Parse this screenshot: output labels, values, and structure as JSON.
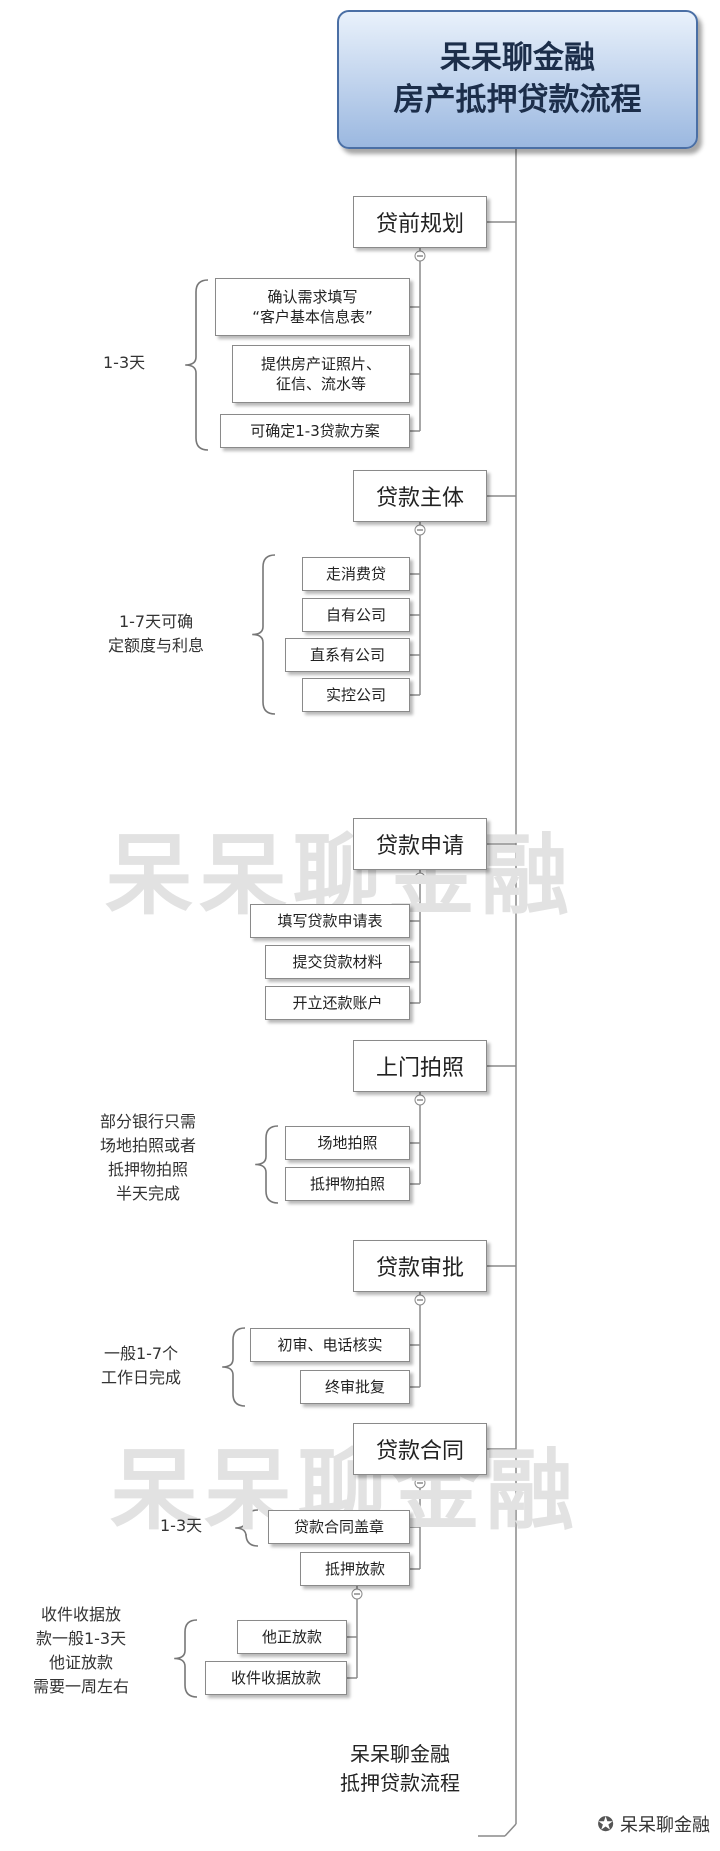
{
  "title": {
    "line1": "呆呆聊金融",
    "line2": "房产抵押贷款流程"
  },
  "steps": [
    {
      "label": "贷前规划",
      "note": [
        "1-3天"
      ],
      "subs": [
        [
          "确认需求填写",
          "“客户基本信息表”"
        ],
        [
          "提供房产证照片、",
          "征信、流水等"
        ],
        [
          "可确定1-3贷款方案"
        ]
      ]
    },
    {
      "label": "贷款主体",
      "note": [
        "1-7天可确",
        "定额度与利息"
      ],
      "subs": [
        [
          "走消费贷"
        ],
        [
          "自有公司"
        ],
        [
          "直系有公司"
        ],
        [
          "实控公司"
        ]
      ]
    },
    {
      "label": "贷款申请",
      "note": [],
      "subs": [
        [
          "填写贷款申请表"
        ],
        [
          "提交贷款材料"
        ],
        [
          "开立还款账户"
        ]
      ]
    },
    {
      "label": "上门拍照",
      "note": [
        "部分银行只需",
        "场地拍照或者",
        "抵押物拍照",
        "半天完成"
      ],
      "subs": [
        [
          "场地拍照"
        ],
        [
          "抵押物拍照"
        ]
      ]
    },
    {
      "label": "贷款审批",
      "note": [
        "一般1-7个",
        "工作日完成"
      ],
      "subs": [
        [
          "初审、电话核实"
        ],
        [
          "终审批复"
        ]
      ]
    },
    {
      "label": "贷款合同",
      "note": [
        "1-3天"
      ],
      "subs": [
        [
          "贷款合同盖章"
        ],
        [
          "抵押放款"
        ]
      ]
    }
  ],
  "release": {
    "note": [
      "收件收据放",
      "款一般1-3天",
      "他证放款",
      "需要一周左右"
    ],
    "subs": [
      [
        "他正放款"
      ],
      [
        "收件收据放款"
      ]
    ]
  },
  "footer": {
    "line1": "呆呆聊金融",
    "line2": "抵押贷款流程"
  },
  "watermark": "呆呆聊金融",
  "wechat_label": "呆呆聊金融",
  "colors": {
    "line": "#8a8a8a",
    "title_fill_top": "#e9f1fb",
    "title_fill_bottom": "#9bb8e0"
  }
}
